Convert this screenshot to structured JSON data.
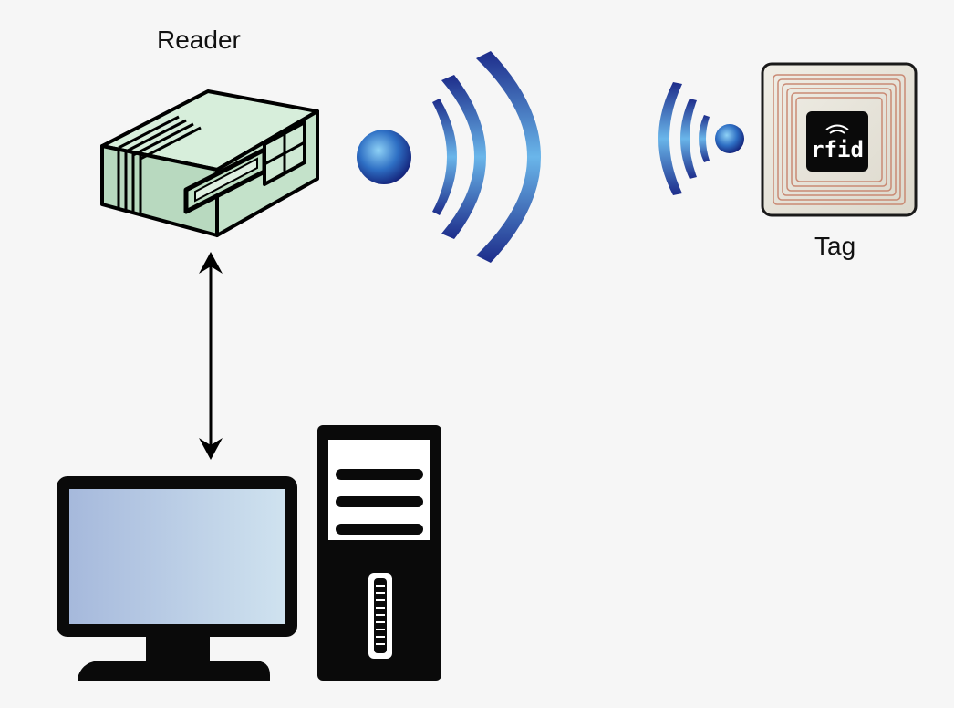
{
  "labels": {
    "reader": "Reader",
    "tag": "Tag",
    "tag_chip_text": "rfid"
  },
  "colors": {
    "background": "#f6f6f6",
    "reader_body": "#c9e6cf",
    "wave_blue_dark": "#1f2f8f",
    "wave_blue_light": "#6ab6ea",
    "monitor_screen": "#b9cfe4",
    "tag_coil": "#c98a74"
  },
  "connection": {
    "type": "bidirectional-arrow",
    "from": "reader",
    "to": "computer"
  }
}
